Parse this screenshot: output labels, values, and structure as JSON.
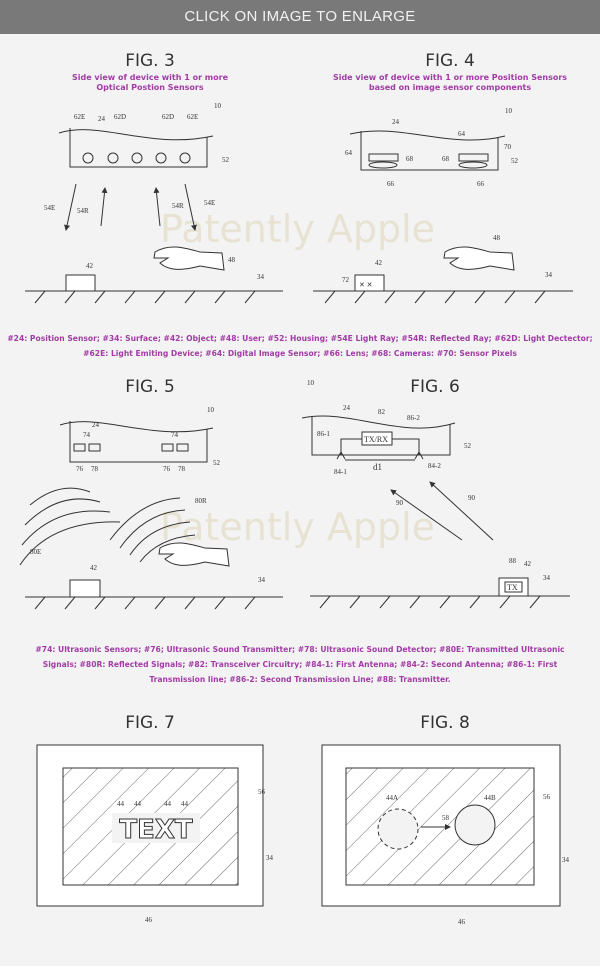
{
  "header": {
    "label": "CLICK ON IMAGE TO ENLARGE"
  },
  "watermark": "Patently Apple",
  "fig3": {
    "title": "FIG. 3",
    "subtitle": [
      "Side view of device with 1 or more",
      "Optical Postion Sensors"
    ],
    "labels": [
      "10",
      "62E",
      "24",
      "62D",
      "62D",
      "62E",
      "52",
      "54E",
      "54R",
      "54R",
      "54E",
      "48",
      "42",
      "34"
    ]
  },
  "fig4": {
    "title": "FIG. 4",
    "subtitle": [
      "Side view of device with 1 or more Position Sensors",
      "based on image sensor components"
    ],
    "labels": [
      "10",
      "24",
      "64",
      "64",
      "70",
      "68",
      "68",
      "52",
      "66",
      "66",
      "48",
      "42",
      "72",
      "34"
    ]
  },
  "legend1": [
    "#24: Position Sensor; #34: Surface; #42: Object; #48: User; #52: Housing; #54E Light Ray; #54R: Reflected Ray; #62D: Light Dectector;",
    "#62E: Light Emiting Device; #64: Digital Image Sensor; #66: Lens; #68: Cameras: #70: Sensor Pixels"
  ],
  "fig5": {
    "title": "FIG. 5",
    "labels": [
      "10",
      "24",
      "74",
      "74",
      "52",
      "76",
      "78",
      "76",
      "78",
      "80R",
      "80E",
      "42",
      "34"
    ]
  },
  "fig6": {
    "title": "FIG. 6",
    "labels": [
      "10",
      "24",
      "82",
      "86-2",
      "86-1",
      "TX/RX",
      "52",
      "84-1",
      "d1",
      "84-2",
      "90",
      "90",
      "88",
      "42",
      "TX",
      "34"
    ]
  },
  "legend2": [
    "#74: Ultrasonic Sensors; #76; Ultrasonic Sound Transmitter; #78: Ultrasonic Sound Detector; #80E: Transmitted Ultrasonic",
    "Signals; #80R: Reflected Signals; #82: Transceiver Circuitry; #84-1: First Antenna; #84-2: Second Antenna; #86-1: First",
    "Transmission line; #86-2: Second Transmission Line; #88: Transmitter."
  ],
  "fig7": {
    "title": "FIG. 7",
    "text": "TEXT",
    "labels": [
      "44",
      "44",
      "44",
      "44",
      "56",
      "34",
      "46"
    ]
  },
  "fig8": {
    "title": "FIG. 8",
    "labels": [
      "44A",
      "58",
      "44B",
      "56",
      "34",
      "46"
    ]
  }
}
